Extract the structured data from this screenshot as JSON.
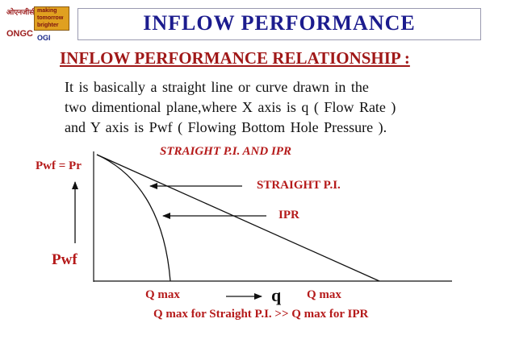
{
  "header": {
    "title": "INFLOW  PERFORMANCE",
    "logo_hindi": "ओएनजीसी",
    "logo_tagline": [
      "making",
      "tomorrow",
      "brighter"
    ],
    "logo_word": "ONGC",
    "logo_mark": "OGI"
  },
  "subtitle": "INFLOW  PERFORMANCE  RELATIONSHIP :",
  "paragraph": [
    "It  is  basically  a  straight  line  or  curve  drawn  in  the",
    "two  dimentional  plane,where  X  axis  is  q ( Flow  Rate )",
    "and  Y  axis  is  Pwf ( Flowing  Bottom  Hole  Pressure )."
  ],
  "diagram": {
    "heading": "STRAIGHT P.I. AND IPR",
    "y_top_label": "Pwf = Pr",
    "y_axis_label": "Pwf",
    "x_axis_label": "q",
    "straight_pi_label": "STRAIGHT P.I.",
    "ipr_label": "IPR",
    "qmax_ipr_label": "Q max",
    "qmax_pi_label": "Q max",
    "comparison": "Q max for Straight P.I. >> Q max for IPR"
  },
  "colors": {
    "title_blue": "#1c1c8e",
    "heading_red": "#a01818",
    "label_red": "#b51a1a",
    "line_black": "#111111"
  }
}
